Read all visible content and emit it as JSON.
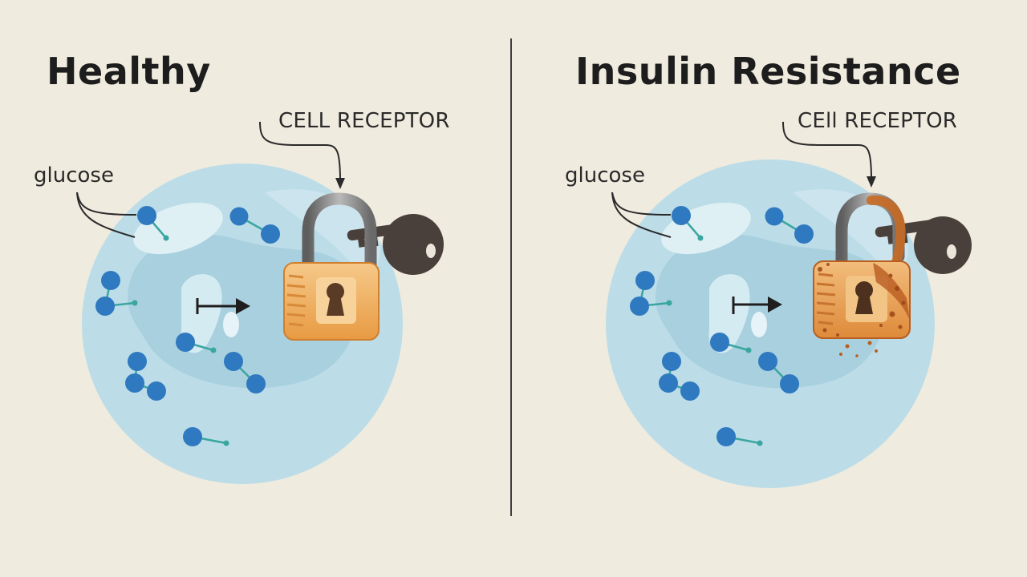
{
  "panels": [
    {
      "id": "healthy",
      "title": "Healthy",
      "receptor_label": "CELL RECEPTOR",
      "glucose_label": "glucose",
      "lock_state": "intact"
    },
    {
      "id": "insulin-resistance",
      "title": "Insulin Resistance",
      "receptor_label": "CEll RECEPTOR",
      "glucose_label": "glucose",
      "lock_state": "rusted"
    }
  ],
  "colors": {
    "background": "#f0ebdf",
    "cell": "#bcdde8",
    "glucose": "#2f79c0",
    "lock_body": "#f0b766",
    "key": "#4a403b",
    "rust": "#c86a24"
  }
}
